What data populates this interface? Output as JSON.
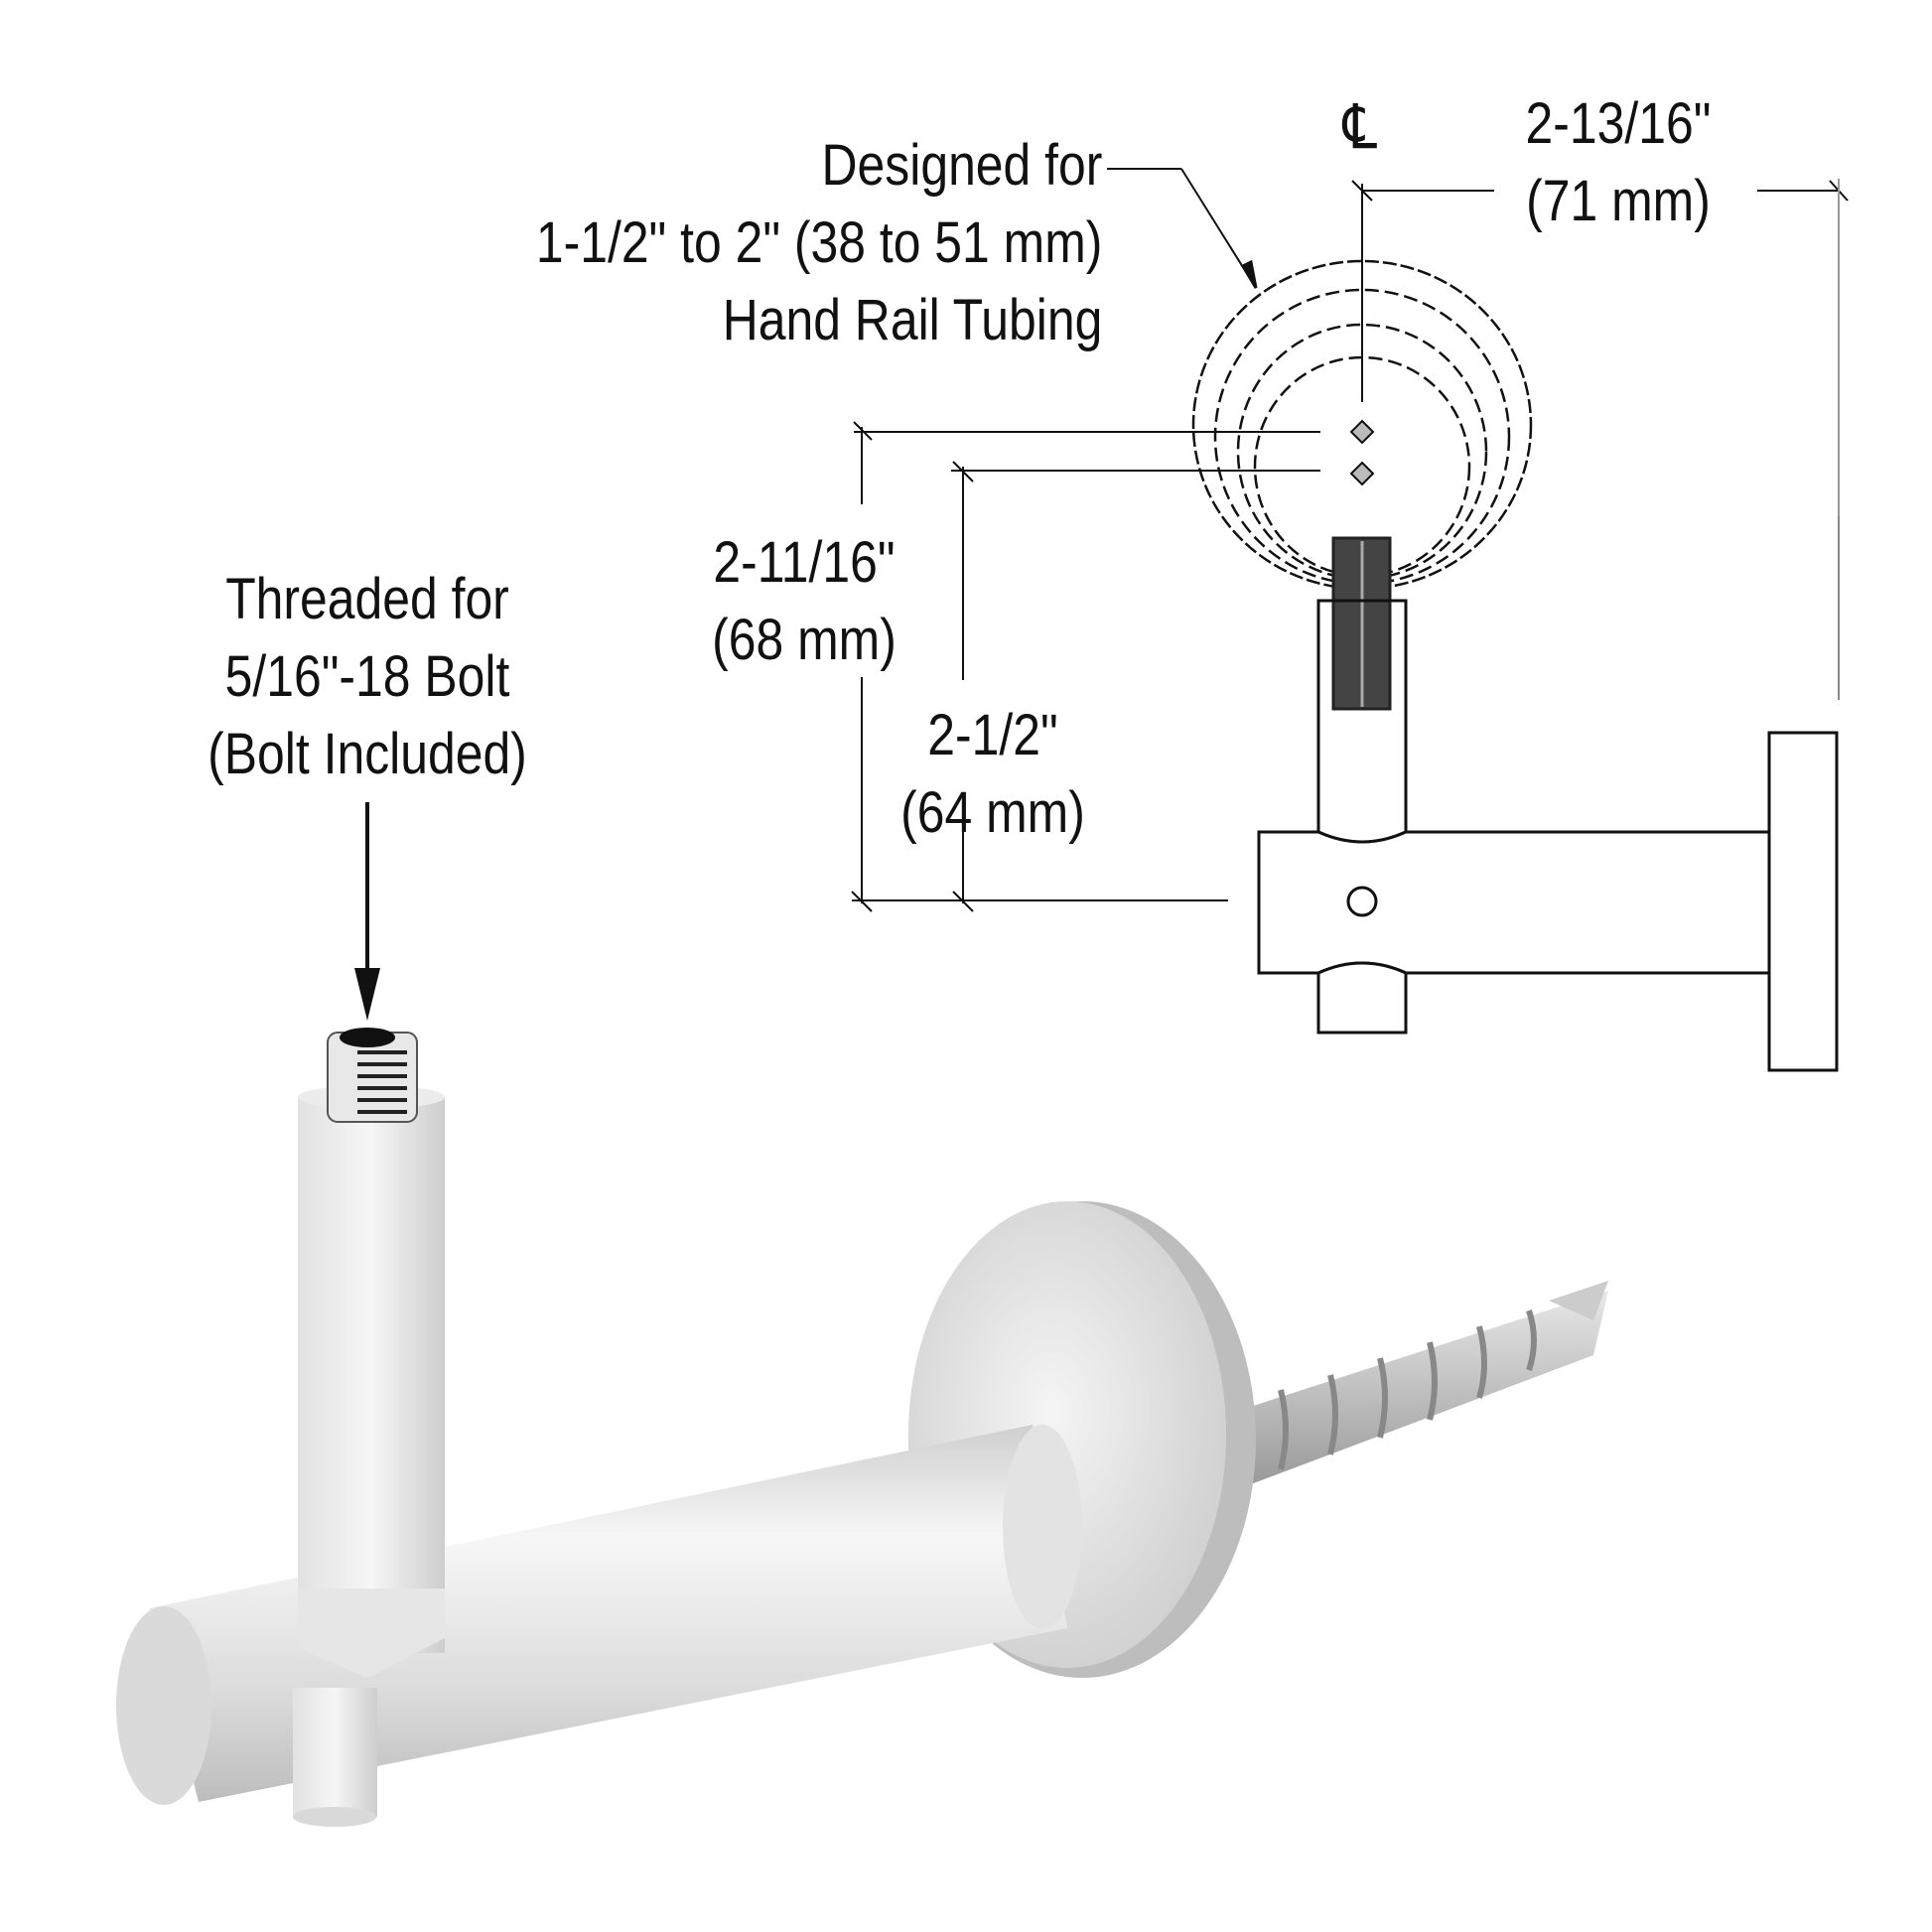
{
  "diagram": {
    "subject": "Hand Rail Bracket",
    "colors": {
      "ink": "#111111",
      "metal_light": "#f2f2f2",
      "metal_mid": "#d8d8d8",
      "metal_dark": "#b5b5b5",
      "background": "#ffffff"
    },
    "callouts": {
      "tubing": {
        "lines": [
          "Designed for",
          "1-1/2\" to 2\" (38 to 51 mm)",
          "Hand Rail Tubing"
        ]
      },
      "thread": {
        "lines": [
          "Threaded for",
          "5/16\"-18 Bolt",
          "(Bolt Included)"
        ]
      }
    },
    "centerline_symbol": "℄",
    "dimensions": {
      "horizontal_offset": {
        "imperial": "2-13/16\"",
        "metric": "(71 mm)"
      },
      "height_max": {
        "imperial": "2-11/16\"",
        "metric": "(68 mm)"
      },
      "height_min": {
        "imperial": "2-1/2\"",
        "metric": "(64 mm)"
      }
    }
  }
}
